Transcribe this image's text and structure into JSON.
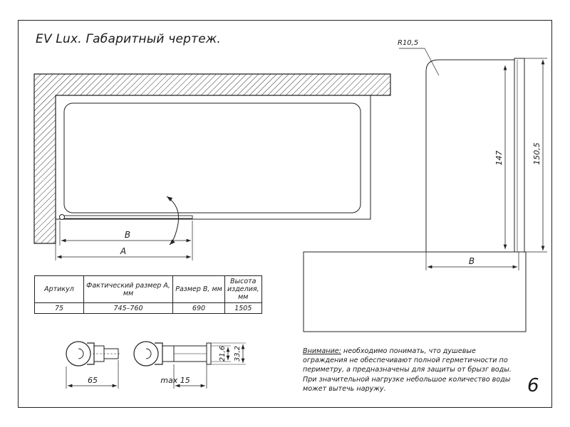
{
  "title": "EV Lux. Габаритный чертеж.",
  "plan_view": {
    "dim_inner": "B",
    "dim_outer": "A"
  },
  "side_view": {
    "radius": "R10,5",
    "height_glass": "147",
    "height_total": "150,5",
    "width": "B"
  },
  "profile": {
    "width_a": "65",
    "width_b": "max 15",
    "height_a": "21,6",
    "height_b": "33,2"
  },
  "spec_table": {
    "headers": [
      "Артикул",
      "Фактический размер А, мм",
      "Размер В, мм",
      "Высота изделия, мм"
    ],
    "rows": [
      [
        "75",
        "745–760",
        "690",
        "1505"
      ]
    ]
  },
  "note": {
    "warning_label": "Внимание:",
    "text": "необходимо понимать, что душевые ограждения не обеспечивают полной герметичности по периметру, а предназначены для защиты от брызг воды. При значительной нагрузке небольшое количество воды может вытечь наружу."
  },
  "page_number": "6"
}
